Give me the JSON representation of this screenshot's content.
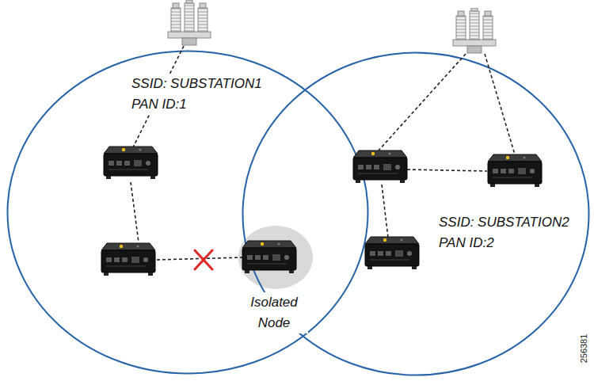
{
  "diagram": {
    "nodes": [
      {
        "text": [
          "SSID: SUBSTATION1",
          "PAN ID:1"
        ]
      },
      {
        "text": [
          "Isolated Node"
        ],
        "in": 0
      },
      {
        "text": [
          "SSID: SUBSTATION2",
          "PAN ID:2"
        ]
      }
    ],
    "labels": [
      "256381"
    ]
  }
}
